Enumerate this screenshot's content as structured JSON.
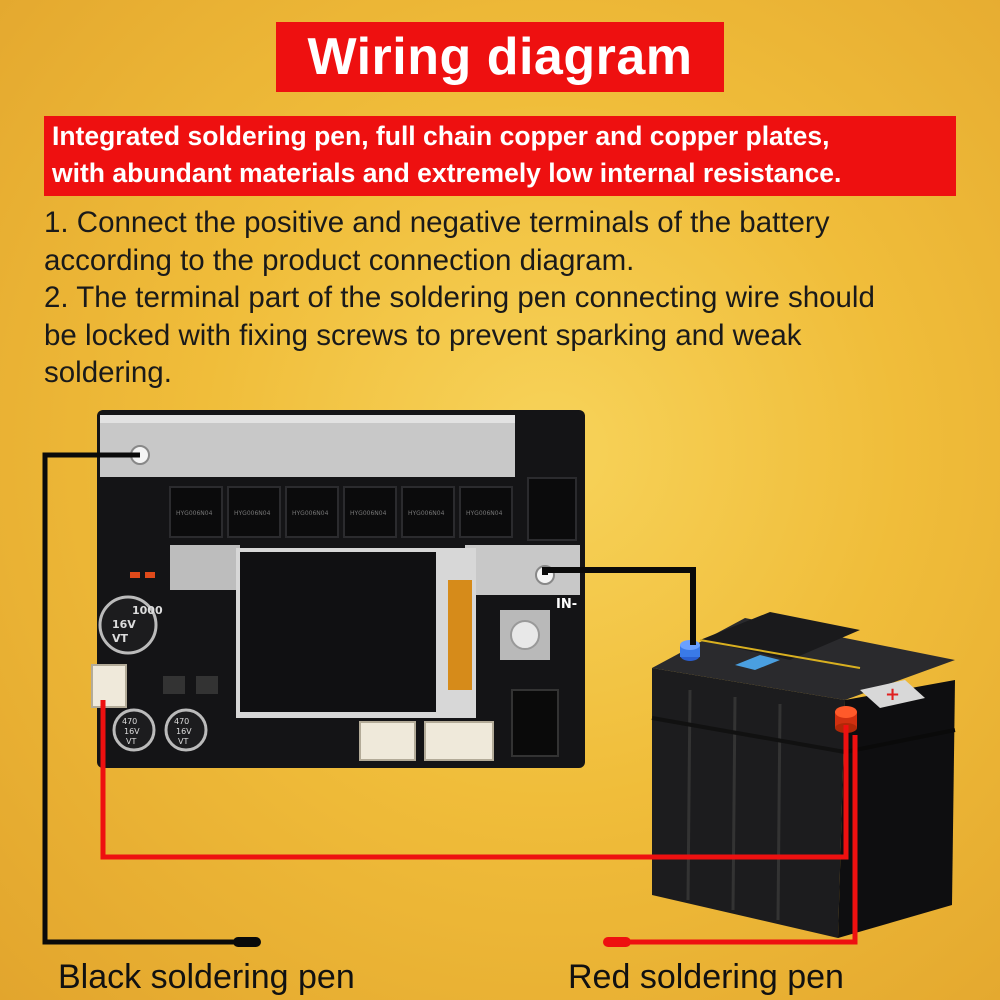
{
  "title": "Wiring diagram",
  "subtitle_lines": [
    "Integrated soldering pen, full chain copper and copper plates,",
    "with abundant materials and extremely low internal resistance."
  ],
  "instructions": [
    "1. Connect the positive and negative terminals of the battery",
    "according to the product connection diagram.",
    "2. The terminal part of the soldering pen connecting wire should",
    "be locked with fixing screws to prevent sparking and weak",
    "soldering."
  ],
  "board": {
    "terminal_label": "IN-",
    "capacitor_large": [
      "1000",
      "16V",
      "VT"
    ],
    "capacitor_small_1": [
      "470",
      "16V",
      "VT"
    ],
    "capacitor_small_2": [
      "470",
      "16V",
      "VT"
    ]
  },
  "labels": {
    "black_pen": "Black soldering pen",
    "red_pen": "Red soldering pen"
  },
  "colors": {
    "background": "#f0bd3a",
    "banner": "#ee1010",
    "black_wire": "#0a0a0a",
    "red_wire": "#ee1010"
  }
}
